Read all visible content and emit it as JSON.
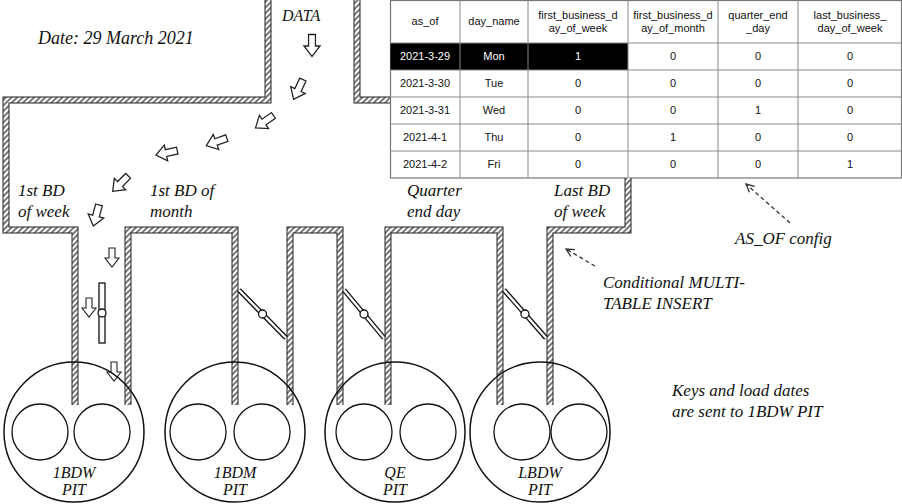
{
  "diagram": {
    "nodes": [
      {
        "text": [
          "1BDW PIT"
        ]
      },
      {
        "text": [
          "1BDM PIT"
        ]
      },
      {
        "text": [
          "QE PIT"
        ]
      },
      {
        "text": [
          "LBDW PIT"
        ]
      }
    ],
    "labels": [
      "Date: 29 March 2021",
      "DATA",
      "1st BD of week",
      "1st BD of month",
      "Quarter end day",
      "Last BD of week",
      "as_of",
      "day_name",
      "first_business_day_of_week",
      "first_business_day_of_month",
      "quarter_end_day",
      "last_business_day_of_week",
      "2021-3-29",
      "Mon",
      "1",
      "0",
      "0",
      "0",
      "2021-3-30",
      "Tue",
      "0",
      "0",
      "0",
      "0",
      "2021-3-31",
      "Wed",
      "0",
      "0",
      "1",
      "0",
      "2021-4-1",
      "Thu",
      "0",
      "1",
      "0",
      "0",
      "2021-4-2",
      "Fri",
      "0",
      "0",
      "0",
      "1",
      "AS_OF config",
      "Conditional MULTI-TABLE INSERT",
      "Keys and load dates are sent to 1BDW PIT"
    ]
  }
}
